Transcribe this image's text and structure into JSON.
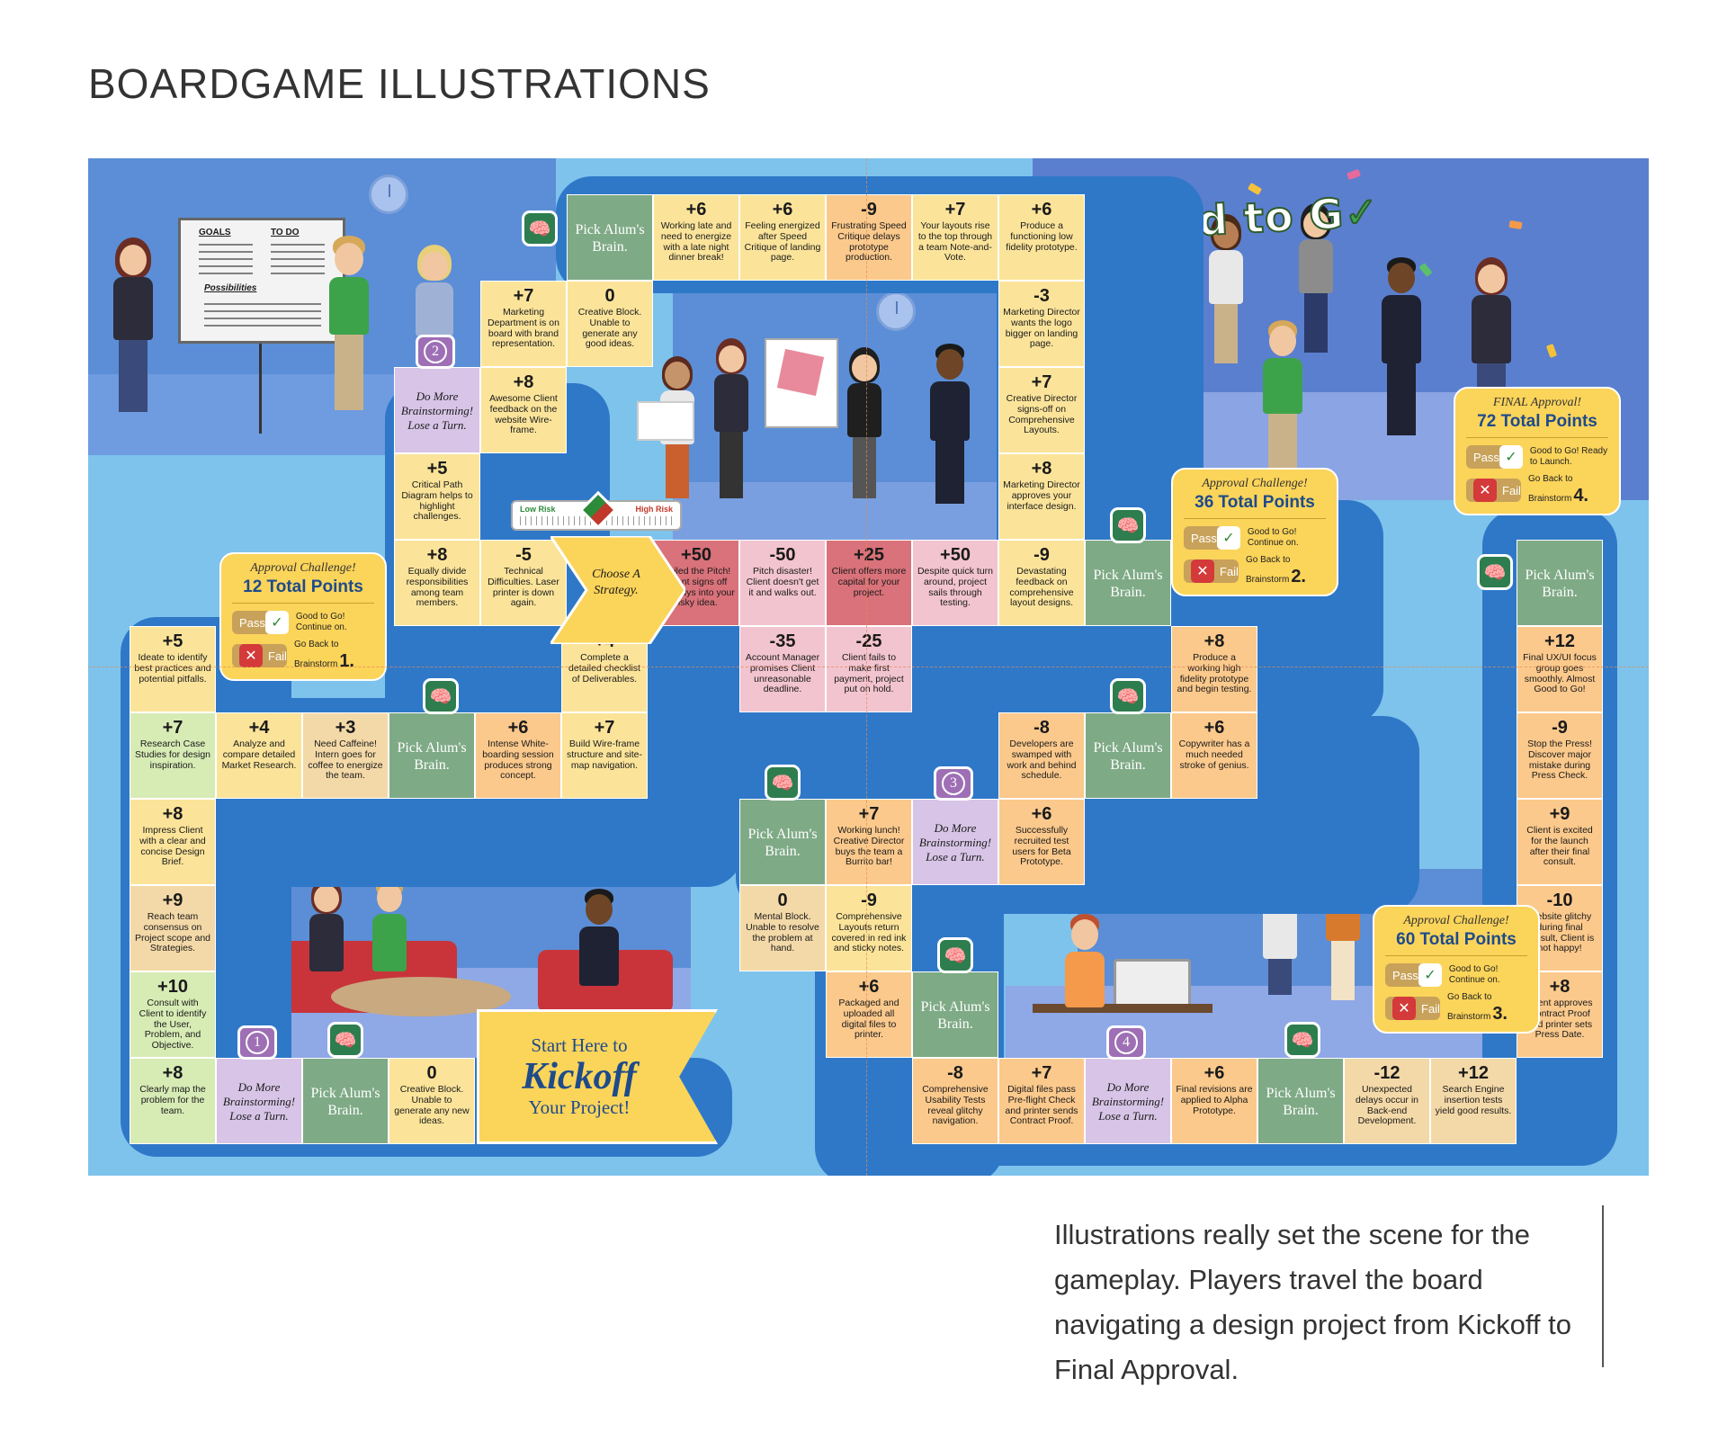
{
  "page": {
    "title": "BOARDGAME ILLUSTRATIONS",
    "caption": "Illustrations really set the scene for the gameplay. Players travel the board navigating a design project from Kickoff to Final Approval."
  },
  "colors": {
    "board_background": "#7ec3ec",
    "path_border": "#2f78c8",
    "brain_green": "#7faa86",
    "challenge_yellow": "#fbd45a",
    "badge_purple": "#9e6fb5",
    "title_blue": "#1e4b8a"
  },
  "board": {
    "good_to_go": "Good to G",
    "kickoff": {
      "line1": "Start Here to",
      "line2": "Kickoff",
      "line3": "Your Project!"
    },
    "gauge": {
      "low": "Low Risk",
      "high": "High Risk"
    },
    "strategy": "Choose A Strategy.",
    "badges": [
      "1",
      "2",
      "3",
      "4"
    ],
    "challenges": [
      {
        "title": "Approval Challenge!",
        "points": "12 Total Points",
        "pass_label": "Pass",
        "pass_text": "Good to Go! Continue on.",
        "fail_label": "Fail",
        "fail_text": "Go Back to Brainstorm",
        "fail_num": "1."
      },
      {
        "title": "Approval Challenge!",
        "points": "36 Total Points",
        "pass_label": "Pass",
        "pass_text": "Good to Go! Continue on.",
        "fail_label": "Fail",
        "fail_text": "Go Back to Brainstorm",
        "fail_num": "2."
      },
      {
        "title": "Approval Challenge!",
        "points": "60 Total Points",
        "pass_label": "Pass",
        "pass_text": "Good to Go! Continue on.",
        "fail_label": "Fail",
        "fail_text": "Go Back to Brainstorm",
        "fail_num": "3."
      },
      {
        "title": "FINAL Approval!",
        "points": "72 Total Points",
        "pass_label": "Pass",
        "pass_text": "Good to Go! Ready to Launch.",
        "fail_label": "Fail",
        "fail_text": "Go Back to Brainstorm",
        "fail_num": "4."
      }
    ],
    "cells": {
      "c_8a": {
        "value": "+8",
        "text": "Clearly map the problem for the team."
      },
      "c_lose1": {
        "value": "",
        "text": "Do More Brainstorming! Lose a Turn."
      },
      "c_brain1": {
        "value": "",
        "text": "Pick Alum's Brain."
      },
      "c_0a": {
        "value": "0",
        "text": "Creative Block. Unable to generate any new ideas."
      },
      "c_10": {
        "value": "+10",
        "text": "Consult with Client to identify the User, Problem, and Objective."
      },
      "c_9a": {
        "value": "+9",
        "text": "Reach team consensus on Project scope and Strategies."
      },
      "c_8b": {
        "value": "+8",
        "text": "Impress Client with a clear and concise Design Brief."
      },
      "c_7a": {
        "value": "+7",
        "text": "Research Case Studies for design inspiration."
      },
      "c_5a": {
        "value": "+5",
        "text": "Ideate to identify best practices and potential pitfalls."
      },
      "c_4a": {
        "value": "+4",
        "text": "Analyze and compare detailed Market Research."
      },
      "c_3a": {
        "value": "+3",
        "text": "Need Caffeine! Intern goes for coffee to energize the team."
      },
      "c_brain2": {
        "value": "",
        "text": "Pick Alum's Brain."
      },
      "c_6a": {
        "value": "+6",
        "text": "Intense White-boarding session produces strong concept."
      },
      "c_7b": {
        "value": "+7",
        "text": "Build Wire-frame structure and site-map navigation."
      },
      "c_4b": {
        "value": "+4",
        "text": "Complete a detailed checklist of Deliverables."
      },
      "c_8c": {
        "value": "+8",
        "text": "Equally divide responsibilities among team members."
      },
      "c_m5": {
        "value": "-5",
        "text": "Technical Difficulties. Laser printer is down again."
      },
      "c_5b": {
        "value": "+5",
        "text": "Critical Path Diagram helps to highlight challenges."
      },
      "c_lose2": {
        "value": "",
        "text": "Do More Brainstorming! Lose a Turn."
      },
      "c_8d": {
        "value": "+8",
        "text": "Awesome Client feedback on the website Wire-frame."
      },
      "c_7c": {
        "value": "+7",
        "text": "Marketing Department is on board with brand representation."
      },
      "c_0b": {
        "value": "0",
        "text": "Creative Block. Unable to generate any good ideas."
      },
      "c_brain3": {
        "value": "",
        "text": "Pick Alum's Brain."
      },
      "c_6b": {
        "value": "+6",
        "text": "Working late and need to energize with a late night dinner break!"
      },
      "c_6c": {
        "value": "+6",
        "text": "Feeling energized after Speed Critique of landing page."
      },
      "c_m9a": {
        "value": "-9",
        "text": "Frustrating Speed Critique delays prototype production."
      },
      "c_7d": {
        "value": "+7",
        "text": "Your layouts rise to the top through a team Note-and-Vote."
      },
      "c_6d": {
        "value": "+6",
        "text": "Produce a functioning low fidelity prototype."
      },
      "c_m3": {
        "value": "-3",
        "text": "Marketing Director wants the logo bigger on landing page."
      },
      "c_7e": {
        "value": "+7",
        "text": "Creative Director signs-off on Comprehensive Layouts."
      },
      "c_8e": {
        "value": "+8",
        "text": "Marketing Director approves your interface design."
      },
      "c_m9b": {
        "value": "-9",
        "text": "Devastating feedback on comprehensive layout designs."
      },
      "c_p50": {
        "value": "+50",
        "text": "Nailed the Pitch! Client signs off and buys into your risky idea."
      },
      "c_m50": {
        "value": "-50",
        "text": "Pitch disaster! Client doesn't get it and walks out."
      },
      "c_p25": {
        "value": "+25",
        "text": "Client offers more capital for your project."
      },
      "c_p50b": {
        "value": "+50",
        "text": "Despite quick turn around, project sails through testing."
      },
      "c_m35": {
        "value": "-35",
        "text": "Account Manager promises Client unreasonable deadline."
      },
      "c_m25": {
        "value": "-25",
        "text": "Client fails to make first payment, project put on hold."
      },
      "c_brain4": {
        "value": "",
        "text": "Pick Alum's Brain."
      },
      "c_8f": {
        "value": "+8",
        "text": "Produce a working high fidelity prototype and begin testing."
      },
      "c_6e": {
        "value": "+6",
        "text": "Copywriter has a much needed stroke of genius."
      },
      "c_brain5": {
        "value": "",
        "text": "Pick Alum's Brain."
      },
      "c_m8a": {
        "value": "-8",
        "text": "Developers are swamped with work and behind schedule."
      },
      "c_6f": {
        "value": "+6",
        "text": "Successfully recruited test users for Beta Prototype."
      },
      "c_lose3": {
        "value": "",
        "text": "Do More Brainstorming! Lose a Turn."
      },
      "c_7f": {
        "value": "+7",
        "text": "Working lunch! Creative Director buys the team a Burrito bar!"
      },
      "c_brain6": {
        "value": "",
        "text": "Pick Alum's Brain."
      },
      "c_0c": {
        "value": "0",
        "text": "Mental Block. Unable to resolve the problem at hand."
      },
      "c_m9c": {
        "value": "-9",
        "text": "Comprehensive Layouts return covered in red ink and sticky notes."
      },
      "c_6g": {
        "value": "+6",
        "text": "Packaged and uploaded all digital files to printer."
      },
      "c_brain7": {
        "value": "",
        "text": "Pick Alum's Brain."
      },
      "c_m8b": {
        "value": "-8",
        "text": "Comprehensive Usability Tests reveal glitchy navigation."
      },
      "c_7g": {
        "value": "+7",
        "text": "Digital files pass Pre-flight Check and printer sends Contract Proof."
      },
      "c_lose4": {
        "value": "",
        "text": "Do More Brainstorming! Lose a Turn."
      },
      "c_6h": {
        "value": "+6",
        "text": "Final revisions are applied to Alpha Prototype."
      },
      "c_brain8": {
        "value": "",
        "text": "Pick Alum's Brain."
      },
      "c_m12": {
        "value": "-12",
        "text": "Unexpected delays occur in Back-end Development."
      },
      "c_12a": {
        "value": "+12",
        "text": "Search Engine insertion tests yield good results."
      },
      "c_8g": {
        "value": "+8",
        "text": "Client approves Contract Proof and printer sets Press Date."
      },
      "c_m10": {
        "value": "-10",
        "text": "Website glitchy during final consult, Client is not happy!"
      },
      "c_9b": {
        "value": "+9",
        "text": "Client is excited for the launch after their final consult."
      },
      "c_m9d": {
        "value": "-9",
        "text": "Stop the Press! Discover major mistake during Press Check."
      },
      "c_12b": {
        "value": "+12",
        "text": "Final UX/UI focus group goes smoothly. Almost Good to Go!"
      },
      "c_brain9": {
        "value": "",
        "text": "Pick Alum's Brain."
      }
    },
    "whiteboard": {
      "goals": "GOALS",
      "todo": "TO DO",
      "possibilities": "Possibilities"
    }
  }
}
